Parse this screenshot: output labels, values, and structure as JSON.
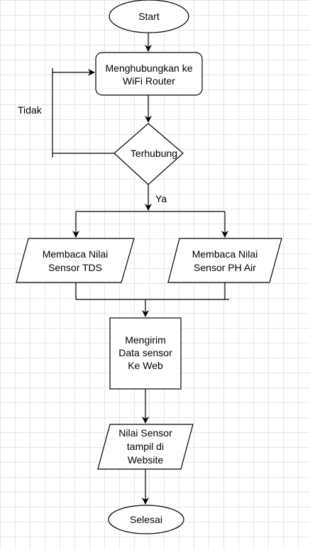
{
  "diagram": {
    "nodes": {
      "start": [
        "Start"
      ],
      "connect_wifi": [
        "Menghubungkan ke",
        "WiFi Router"
      ],
      "connected_decision": [
        "Terhubung"
      ],
      "read_tds": [
        "Membaca Nilai",
        "Sensor TDS"
      ],
      "read_ph": [
        "Membaca Nilai",
        "Sensor PH Air"
      ],
      "send_data": [
        "Mengirim",
        "Data sensor",
        "Ke Web"
      ],
      "display_web": [
        "Nilai Sensor",
        "tampil di",
        "Website"
      ],
      "end": [
        "Selesai"
      ]
    },
    "edge_labels": {
      "no": "Tidak",
      "yes": "Ya"
    }
  }
}
